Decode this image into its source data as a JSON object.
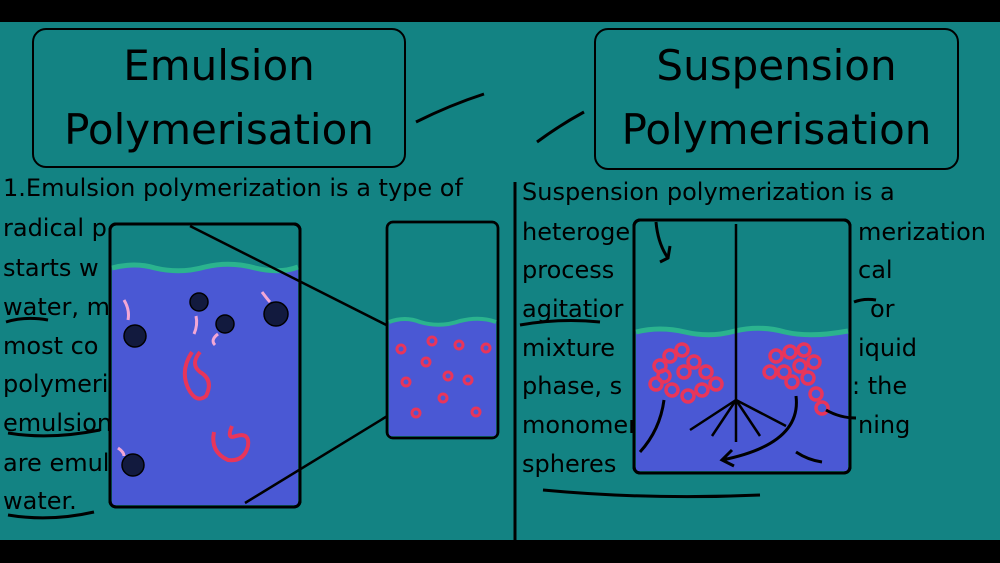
{
  "emulsion": {
    "title_line1": "Emulsion",
    "title_line2": "Polymerisation",
    "text_lines": [
      "1.Emulsion polymerization is a type of",
      "radical p",
      "starts w",
      "water, m",
      "most co",
      "polymeri",
      "emulsion",
      "are emul",
      "water."
    ]
  },
  "suspension": {
    "title_line1": "Suspension",
    "title_line2": "Polymerisation",
    "left_lines": [
      "Suspension polymerization is a",
      "heteroge",
      "process",
      "agitatior",
      "mixture",
      "phase, s",
      "monomer",
      "spheres"
    ],
    "right_lines": [
      "merization",
      "cal",
      "or",
      "iquid",
      ": the",
      "ning"
    ]
  },
  "colors": {
    "board": "#138383",
    "liquid": "#4a58d4",
    "surface": "#2bb38e",
    "particle": "#e8355a",
    "micelle": "#121a3e",
    "tail": "#f3a7d5"
  }
}
